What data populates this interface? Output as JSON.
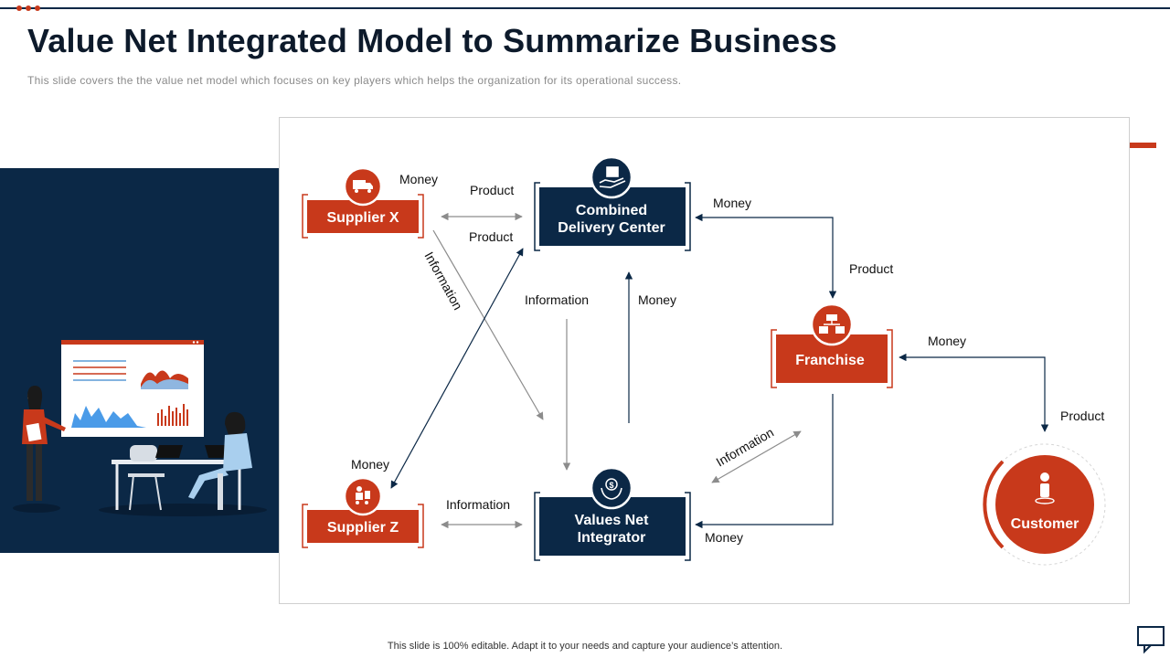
{
  "slide": {
    "title": "Value Net Integrated Model to Summarize Business",
    "subtitle": "This slide covers the the value net model which focuses on key players which helps the organization for its operational success.",
    "footer": "This slide is 100% editable. Adapt it to your needs and capture your audience’s attention."
  },
  "nodes": {
    "supplier_x": "Supplier X",
    "supplier_z": "Supplier Z",
    "delivery_center_line1": "Combined",
    "delivery_center_line2": "Delivery Center",
    "integrator_line1": "Values Net",
    "integrator_line2": "Integrator",
    "franchise": "Franchise",
    "customer": "Customer"
  },
  "flow_labels": {
    "sx_money": "Money",
    "sx_product_top": "Product",
    "sx_product_bottom": "Product",
    "sx_information": "Information",
    "cdc_money": "Money",
    "fr_product": "Product",
    "center_information": "Information",
    "center_money": "Money",
    "fr_money": "Money",
    "cu_product": "Product",
    "sz_money": "Money",
    "sz_information": "Information",
    "int_information": "Information",
    "int_money": "Money"
  },
  "colors": {
    "navy": "#0b2846",
    "red": "#c8391b",
    "white": "#ffffff"
  },
  "icons": {
    "supplier_x": "truck-icon",
    "supplier_z": "forklift-icon",
    "delivery_center": "package-hand-icon",
    "integrator": "money-hands-icon",
    "franchise": "stores-icon",
    "customer": "person-icon",
    "comment": "comment-icon"
  }
}
